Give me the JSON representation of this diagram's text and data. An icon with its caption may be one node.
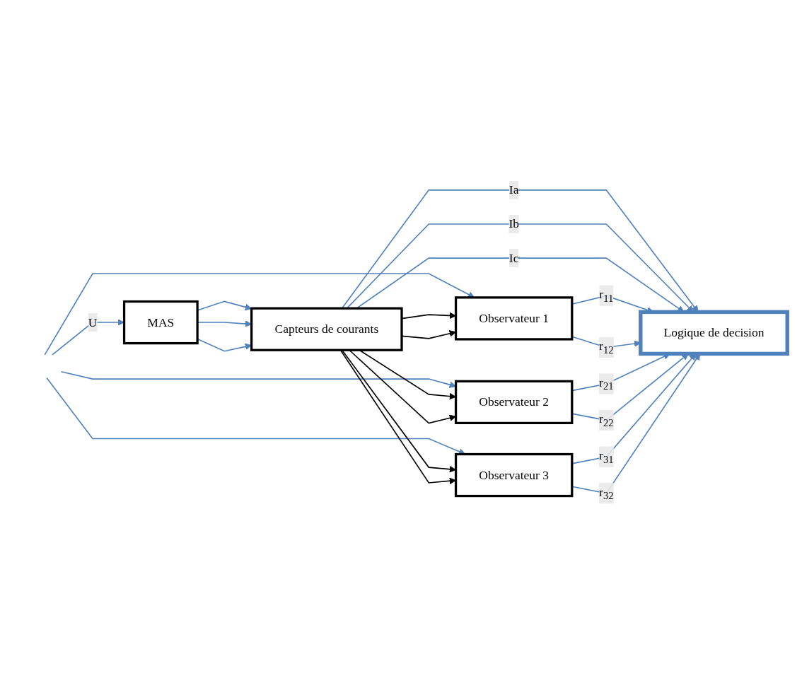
{
  "diagram": {
    "nodes": [
      {
        "text": [
          "MAS"
        ]
      },
      {
        "text": [
          "Capteurs de courants"
        ]
      },
      {
        "text": [
          "Observateur 1"
        ]
      },
      {
        "text": [
          "Observateur 2"
        ]
      },
      {
        "text": [
          "Observateur 3"
        ]
      },
      {
        "text": [
          "Logique de decision"
        ]
      }
    ],
    "edges": [
      {
        "from": null,
        "to": 0,
        "arrow": "to",
        "label": "U"
      },
      {
        "from": null,
        "to": 2,
        "arrow": "to"
      },
      {
        "from": null,
        "to": 3,
        "arrow": "to"
      },
      {
        "from": null,
        "to": 4,
        "arrow": "to"
      },
      {
        "from": 0,
        "to": 1,
        "arrow": "to"
      },
      {
        "from": 0,
        "to": 1,
        "arrow": "to"
      },
      {
        "from": 0,
        "to": 1,
        "arrow": "to"
      },
      {
        "from": 1,
        "to": 5,
        "arrow": "to",
        "label": "Ia"
      },
      {
        "from": 1,
        "to": 5,
        "arrow": "to",
        "label": "Ib"
      },
      {
        "from": 1,
        "to": 5,
        "arrow": "to",
        "label": "Ic"
      },
      {
        "from": 1,
        "to": 2,
        "arrow": "to",
        "color": "#000000"
      },
      {
        "from": 1,
        "to": 4,
        "arrow": "to",
        "color": "#000000"
      },
      {
        "from": 1,
        "to": 2,
        "arrow": "to",
        "color": "#000000"
      },
      {
        "from": 1,
        "to": 3,
        "arrow": "to",
        "color": "#000000"
      },
      {
        "from": 1,
        "to": 3,
        "arrow": "to",
        "color": "#000000"
      },
      {
        "from": 1,
        "to": 4,
        "arrow": "to",
        "color": "#000000"
      },
      {
        "from": 2,
        "to": 5,
        "arrow": "to",
        "label": "r$_{11}$"
      },
      {
        "from": 2,
        "to": 5,
        "arrow": "to",
        "label": "r$_{12}$"
      },
      {
        "from": 3,
        "to": 5,
        "arrow": "to",
        "label": "r$_{21}$"
      },
      {
        "from": 3,
        "to": 5,
        "arrow": "to",
        "label": "r$_{22}$"
      },
      {
        "from": 4,
        "to": 5,
        "arrow": "to",
        "label": "r$_{31}$"
      },
      {
        "from": 4,
        "to": 5,
        "arrow": "to",
        "label": "r$_{32}$"
      }
    ]
  }
}
